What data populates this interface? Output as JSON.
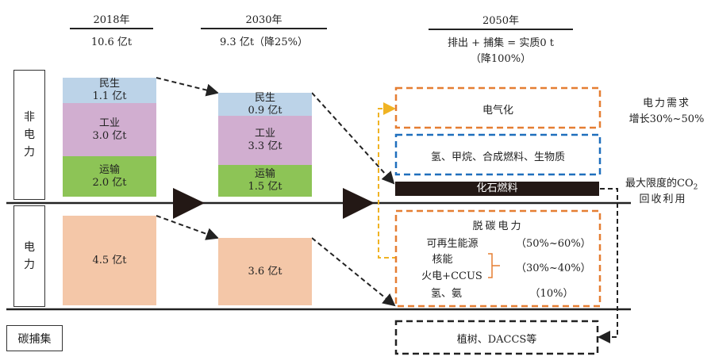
{
  "headers": {
    "y2018": {
      "year": "2018年",
      "total": "10.6 亿t"
    },
    "y2030": {
      "year": "2030年",
      "total": "9.3 亿t（降25%）"
    },
    "y2050": {
      "year": "2050年",
      "line1": "排出 + 捕集 = 实质0 t",
      "line2": "（降100%）"
    }
  },
  "row_labels": {
    "non_power": "非\n电\n力",
    "power": "电\n力",
    "capture": "碳捕集"
  },
  "bars_2018": {
    "civil": {
      "name": "民生",
      "value": "1.1 亿t"
    },
    "industry": {
      "name": "工业",
      "value": "3.0 亿t"
    },
    "transport": {
      "name": "运输",
      "value": "2.0 亿t"
    },
    "power": {
      "value": "4.5 亿t"
    }
  },
  "bars_2030": {
    "civil": {
      "name": "民生",
      "value": "0.9 亿t"
    },
    "industry": {
      "name": "工业",
      "value": "3.3 亿t"
    },
    "transport": {
      "name": "运输",
      "value": "1.5 亿t"
    },
    "power": {
      "value": "3.6 亿t"
    }
  },
  "y2050": {
    "electrification": "电气化",
    "fuels": "氢、甲烷、合成燃料、生物质",
    "fossil": "化石燃料",
    "decarbon": {
      "title": "脱碳电力",
      "renewable": "可再生能源",
      "renewable_pct": "（50%~60%）",
      "nuclear": "核能",
      "thermal": "火电+CCUS",
      "nuclear_thermal_pct": "（30%~40%）",
      "hydrogen": "氢、氨",
      "hydrogen_pct": "（10%）"
    },
    "offset": "植树、DACCS等"
  },
  "notes": {
    "demand1": "电力需求",
    "demand2": "增长30%~50%",
    "co2_1": "最大限度的CO",
    "co2_sub": "2",
    "co2_2": "回收利用"
  },
  "colors": {
    "civil": "#bcd3e8",
    "industry": "#d1aed0",
    "transport": "#8dc456",
    "power": "#f4c7a8",
    "orange": "#e57e32",
    "blue": "#1f6fbd",
    "yellow": "#f0b323"
  }
}
